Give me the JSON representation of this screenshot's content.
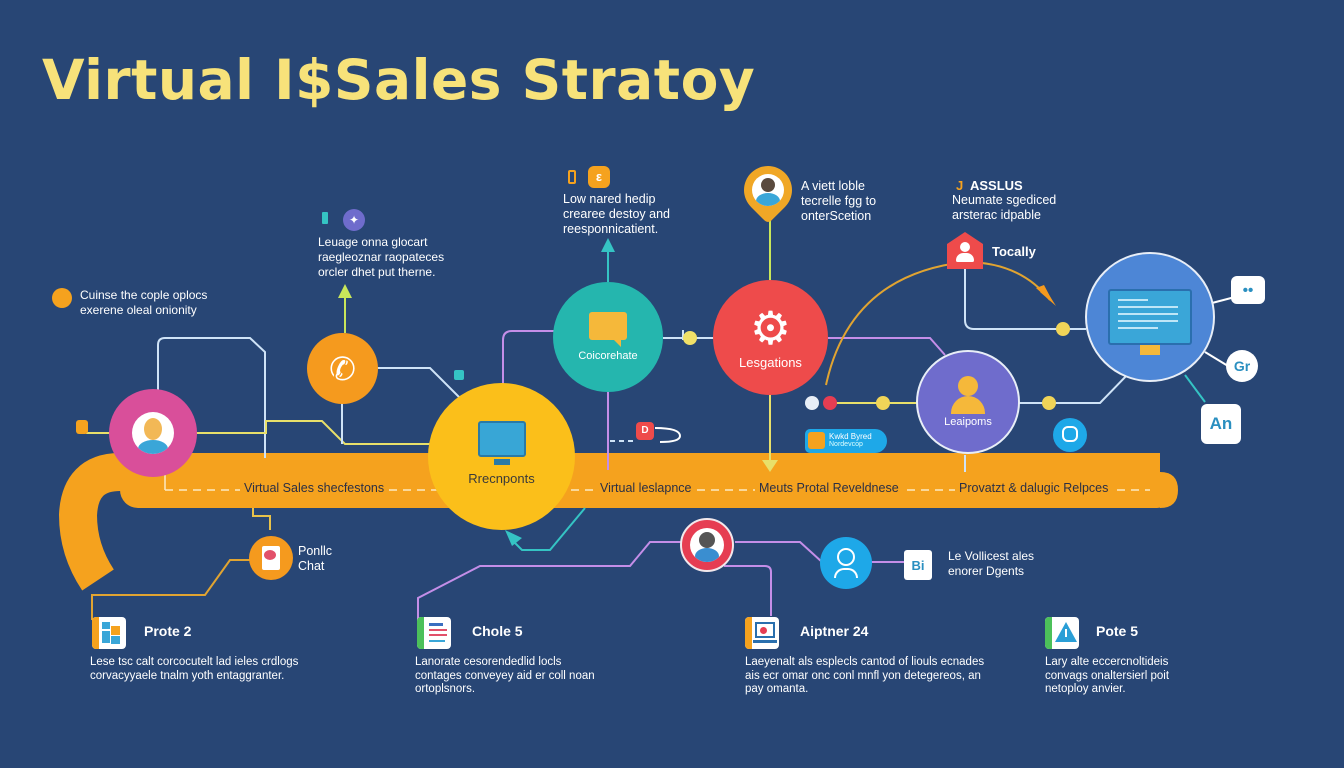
{
  "title": "Virtual I$Sales Stratoy",
  "colors": {
    "background": "#284675",
    "title": "#f7e27a",
    "band": "#f5a21e",
    "pink": "#d94f9a",
    "orange": "#f59a1e",
    "teal": "#25b6ae",
    "red": "#ee4b4b",
    "yellow": "#fbbf1a",
    "purple": "#6f6ccc",
    "blue": "#4d86d6",
    "cyan": "#1ea8e8"
  },
  "notes": {
    "top_left": {
      "text": "Cuinse the cople oplocs exerene oleal onionity",
      "icon": "orange-dot"
    },
    "upper_left": {
      "text": "Leuage onna glocart raegleoznar raopateces orcler dhet put therne.",
      "icon": "twitter-bird-icon"
    },
    "upper_center": {
      "text": "Low nared hedip crearee destoy and reesponnicatient.",
      "icon": "phone-device-icon"
    },
    "upper_mid": {
      "text": "A viett loble tecrelle fgg to onterScetion",
      "icon": "avatar-pin"
    },
    "upper_right": {
      "title": "ASSLUS",
      "text": "Neumate sgediced arsterac idpable",
      "icon": "badge-icon"
    },
    "tocally": {
      "label": "Tocally"
    }
  },
  "nodes": {
    "customer": {
      "label": "",
      "icon": "avatar"
    },
    "phone": {
      "label": "",
      "icon": "phone-icon"
    },
    "collaborate": {
      "label": "Coicorehate",
      "icon": "chat-icon"
    },
    "responses": {
      "label": "Rrecnponts",
      "icon": "monitor-icon"
    },
    "legations": {
      "label": "Lesgations",
      "icon": "gear-icon"
    },
    "leadpoints": {
      "label": "Leaipoms",
      "icon": "person-icon"
    },
    "display": {
      "label": "",
      "icon": "monitor-icon"
    }
  },
  "side_bubbles": {
    "chat": "••",
    "gr": "Gr",
    "an": "An"
  },
  "small_badge": {
    "line1": "Kwkd Byred",
    "line2": "Nordevcop"
  },
  "band": {
    "labels": [
      "Virtual Sales shecfestons",
      "Virtual leslapnce",
      "Meuts Protal Reveldnese",
      "Provatzt & dalugic Relpces"
    ]
  },
  "lower": {
    "public_chat": {
      "label_line1": "Ponllc",
      "label_line2": "Chat"
    },
    "agents": {
      "text_line1": "Le Vollicest ales",
      "text_line2": "enorer Dgents",
      "badge": "Bi"
    }
  },
  "cards": [
    {
      "title": "Prote 2",
      "desc": "Lese tsc calt corcocutelt lad ieles crdlogs corvacyyaele tnalm yoth entaggranter.",
      "stripe": "#f5a21e",
      "icon": "grid-blocks-icon"
    },
    {
      "title": "Chole 5",
      "desc": "Lanorate cesorendedlid locls contages conveyey aid er coll noan ortoplsnors.",
      "stripe": "#4cc05a",
      "icon": "document-list-icon"
    },
    {
      "title": "Aiptner 24",
      "desc": "Laeyenalt als esplecls cantod of liouls ecnades ais ecr omar onc conl mnfl yon detegereos, an pay omanta.",
      "stripe": "#f5a21e",
      "icon": "laptop-chart-icon"
    },
    {
      "title": "Pote 5",
      "desc": "Lary alte eccercnoltideis convags onaltersierl poit netoploy anvier.",
      "stripe": "#4cc05a",
      "icon": "warning-icon"
    }
  ]
}
